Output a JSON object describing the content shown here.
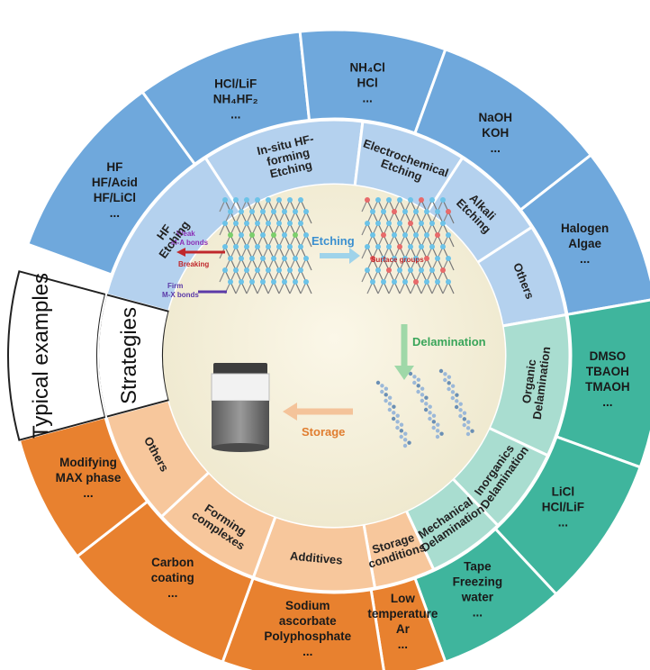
{
  "rings": {
    "outer_title": "Typical examples",
    "inner_title": "Strategies"
  },
  "etching": {
    "color_outer": "#6fa8dc",
    "color_inner": "#b4d1ee",
    "strategies": [
      {
        "lines": [
          "HF",
          "Etching"
        ]
      },
      {
        "lines": [
          "In-situ HF-",
          "forming",
          "Etching"
        ]
      },
      {
        "lines": [
          "Electrochemical",
          "Etching"
        ]
      },
      {
        "lines": [
          "Alkali",
          "Etching"
        ]
      },
      {
        "lines": [
          "Others"
        ]
      }
    ],
    "examples": [
      {
        "lines": [
          "HF",
          "HF/Acid",
          "HF/LiCl",
          "..."
        ]
      },
      {
        "lines": [
          "HCl/LiF",
          "NH₄HF₂",
          "..."
        ]
      },
      {
        "lines": [
          "NH₄Cl",
          "HCl",
          "..."
        ]
      },
      {
        "lines": [
          "NaOH",
          "KOH",
          "..."
        ]
      },
      {
        "lines": [
          "Halogen",
          "Algae",
          "..."
        ]
      }
    ]
  },
  "delamination": {
    "color_outer": "#3fb59d",
    "color_inner": "#a9ddd0",
    "strategies": [
      {
        "lines": [
          "Organic",
          "Delamination"
        ]
      },
      {
        "lines": [
          "Inorganics",
          "Delamination"
        ]
      },
      {
        "lines": [
          "Mechanical",
          "Delamination"
        ]
      }
    ],
    "examples": [
      {
        "lines": [
          "DMSO",
          "TBAOH",
          "TMAOH",
          "..."
        ]
      },
      {
        "lines": [
          "LiCl",
          "HCl/LiF",
          "..."
        ]
      },
      {
        "lines": [
          "Tape",
          "Freezing",
          "water",
          "..."
        ]
      }
    ]
  },
  "storage": {
    "color_outer": "#e8812f",
    "color_inner": "#f7c79c",
    "strategies": [
      {
        "lines": [
          "Storage",
          "conditions"
        ]
      },
      {
        "lines": [
          "Additives"
        ]
      },
      {
        "lines": [
          "Forming",
          "complexes"
        ]
      },
      {
        "lines": [
          "Others"
        ]
      }
    ],
    "examples": [
      {
        "lines": [
          "Low",
          "temperature",
          "Ar",
          "..."
        ]
      },
      {
        "lines": [
          "Sodium",
          "ascorbate",
          "Polyphosphate",
          "..."
        ]
      },
      {
        "lines": [
          "Carbon",
          "coating",
          "..."
        ]
      },
      {
        "lines": [
          "Modifying",
          "MAX phase",
          "..."
        ]
      }
    ]
  },
  "center": {
    "steps": {
      "etching": "Etching",
      "delamination": "Delamination",
      "storage": "Storage"
    },
    "annotations": {
      "weak_bonds": [
        "Weak",
        "M-A bonds"
      ],
      "breaking": "Breaking",
      "firm_bonds": [
        "Firm",
        "M-X bonds"
      ],
      "surface_groups": "Surface groups"
    }
  }
}
